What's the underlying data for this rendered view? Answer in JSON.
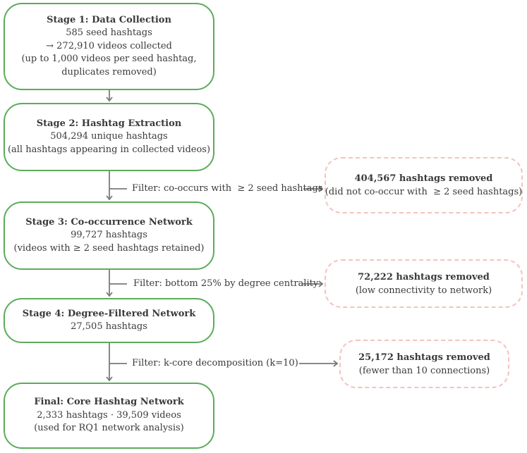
{
  "stages": [
    {
      "title": "Stage 1: Data Collection",
      "lines": [
        "585 seed hashtags",
        "→ 272,910 videos collected",
        "(up to 1,000 videos per seed hashtag,",
        "duplicates removed)"
      ]
    },
    {
      "title": "Stage 2: Hashtag Extraction",
      "lines": [
        "504,294 unique hashtags",
        "(all hashtags appearing in collected videos)"
      ]
    },
    {
      "title": "Stage 3: Co-occurrence Network",
      "lines": [
        "99,727 hashtags",
        "(videos with ≥ 2 seed hashtags retained)"
      ]
    },
    {
      "title": "Stage 4: Degree-Filtered Network",
      "lines": [
        "27,505 hashtags"
      ]
    },
    {
      "title": "Final: Core Hashtag Network",
      "lines": [
        "2,333 hashtags · 39,509 videos",
        "(used for RQ1 network analysis)"
      ]
    }
  ],
  "filters": [
    {
      "label": "Filter: co-occurs with  ≥ 2 seed hashtags",
      "removed_title": "404,567 hashtags removed",
      "removed_detail": "(did not co-occur with  ≥ 2 seed hashtags)"
    },
    {
      "label": "Filter: bottom 25% by degree centrality",
      "removed_title": "72,222 hashtags removed",
      "removed_detail": "(low connectivity to network)"
    },
    {
      "label": "Filter: k-core decomposition (k=10)",
      "removed_title": "25,172 hashtags removed",
      "removed_detail": "(fewer than 10 connections)"
    }
  ],
  "colors": {
    "stage_border": "#5cab5c",
    "removed_border": "#f2c4bd",
    "arrow": "#7a7a7a"
  }
}
